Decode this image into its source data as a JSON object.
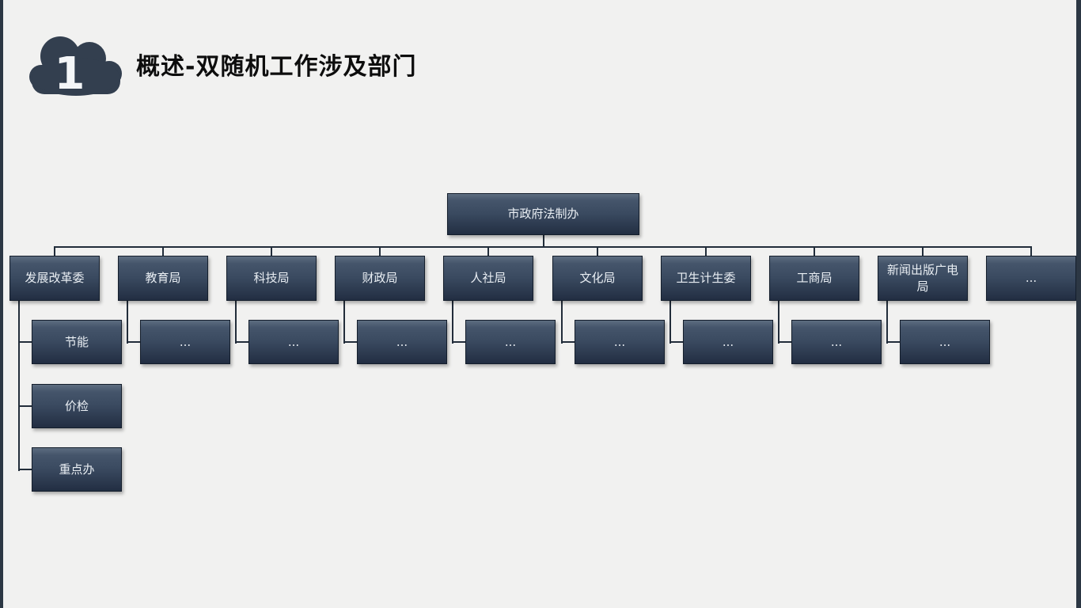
{
  "slide": {
    "badge_number": "1",
    "title": "概述-双随机工作涉及部门"
  },
  "orgchart": {
    "root": {
      "label": "市政府法制办"
    },
    "departments": [
      {
        "label": "发展改革委",
        "children": [
          "节能",
          "价检",
          "重点办"
        ]
      },
      {
        "label": "教育局",
        "children": [
          "..."
        ]
      },
      {
        "label": "科技局",
        "children": [
          "..."
        ]
      },
      {
        "label": "财政局",
        "children": [
          "..."
        ]
      },
      {
        "label": "人社局",
        "children": [
          "..."
        ]
      },
      {
        "label": "文化局",
        "children": [
          "..."
        ]
      },
      {
        "label": "卫生计生委",
        "children": [
          "..."
        ]
      },
      {
        "label": "工商局",
        "children": [
          "..."
        ]
      },
      {
        "label": "新闻出版广电局",
        "children": [
          "..."
        ]
      },
      {
        "label": "...",
        "children": []
      }
    ]
  },
  "colors": {
    "background": "#f1f1f0",
    "edge_strip": "#2c3744",
    "connector_line": "#222d3a",
    "title_text": "#0d0d0d",
    "node_top": "#5d6d80",
    "node_mid": "#3a4a60",
    "node_bottom": "#222e42",
    "node_border": "#141e2c",
    "node_text": "#e9eef3",
    "cloud": "#333f4f",
    "badge_text": "#f4f6f8"
  }
}
